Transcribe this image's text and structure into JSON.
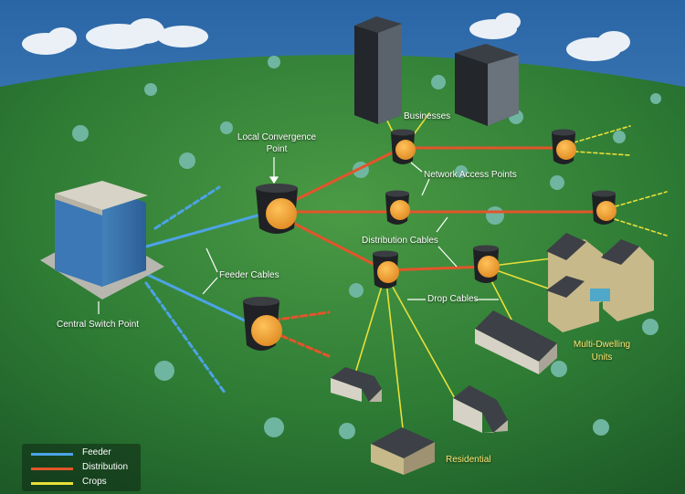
{
  "labels": {
    "businesses": "Businesses",
    "local_convergence": "Local Convergence",
    "local_convergence_2": "Point",
    "network_access_points": "Network Access Points",
    "distribution_cables": "Distribution Cables",
    "feeder_cables": "Feeder Cables",
    "drop_cables": "Drop Cables",
    "central_switch_point": "Central Switch Point",
    "multi_dwelling": "Multi-Dwelling",
    "multi_dwelling_2": "Units",
    "residential": "Residential"
  },
  "legend": [
    {
      "label": "Feeder",
      "color": "#4da3e6"
    },
    {
      "label": "Distribution",
      "color": "#e2552a"
    },
    {
      "label": "Crops",
      "color": "#e8df3a"
    }
  ],
  "colors": {
    "sky": "#3a78b8",
    "grass": "#2f7a35",
    "feeder": "#4da3e6",
    "distribution": "#e2552a",
    "drop": "#e8df3a",
    "node_body": "#1f2124",
    "node_face": "#f2a33a"
  }
}
